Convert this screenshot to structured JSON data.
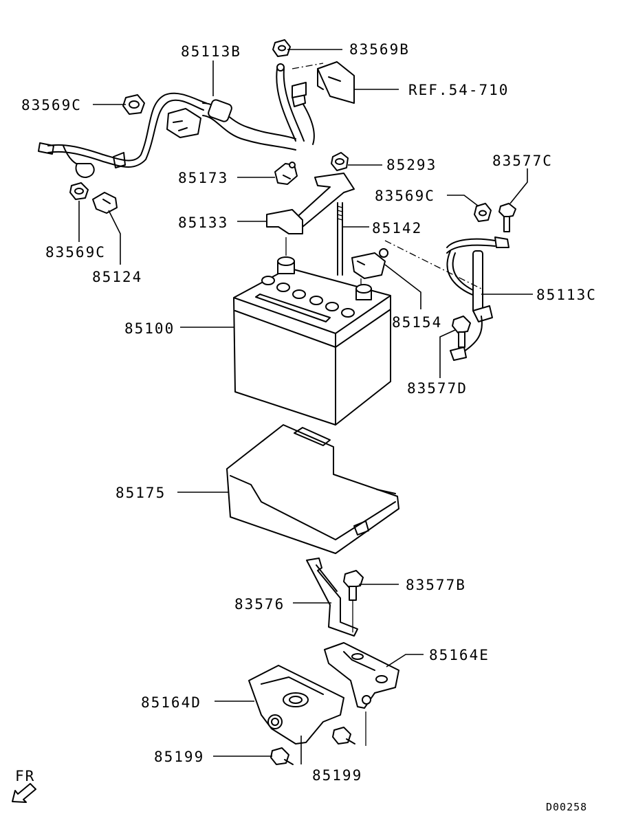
{
  "labels": {
    "p85113B": "85113B",
    "p83569B": "83569B",
    "ref": "REF.54-710",
    "p83569C_left": "83569C",
    "p85293": "85293",
    "p83577C": "83577C",
    "p85173": "85173",
    "p83569C_right": "83569C",
    "p85133": "85133",
    "p85142": "85142",
    "p83569C_bottom": "83569C",
    "p85124": "85124",
    "p85113C": "85113C",
    "p85100": "85100",
    "p85154": "85154",
    "p83577D": "83577D",
    "p85175": "85175",
    "p83577B": "83577B",
    "p83576": "83576",
    "p85164E": "85164E",
    "p85164D": "85164D",
    "p85199_left": "85199",
    "p85199_bottom": "85199",
    "fr": "FR",
    "code": "D00258"
  }
}
